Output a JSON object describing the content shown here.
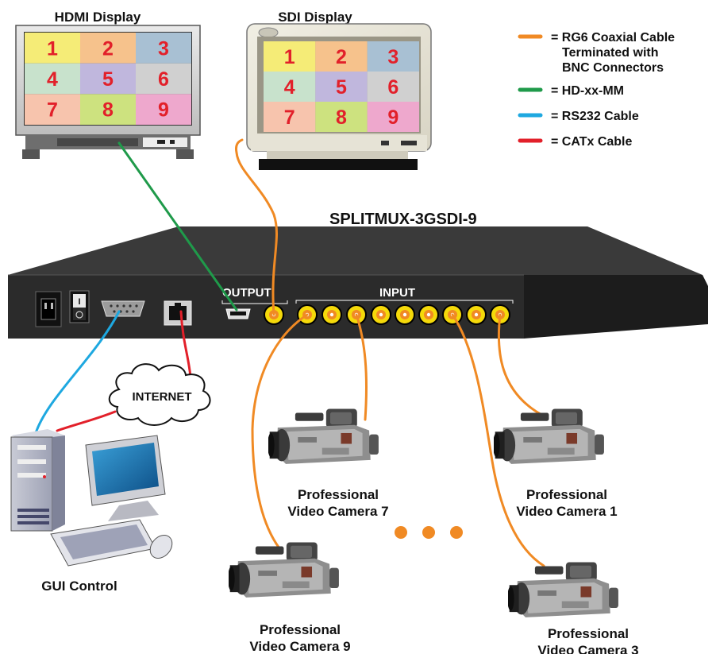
{
  "device": {
    "name": "SPLITMUX-3GSDI-9",
    "output_label": "OUTPUT",
    "input_label": "INPUT"
  },
  "hdmi_display": {
    "title": "HDMI Display",
    "tiles": [
      "1",
      "2",
      "3",
      "4",
      "5",
      "6",
      "7",
      "8",
      "9"
    ],
    "tile_colors": [
      "#f5ec77",
      "#f6c28c",
      "#a8c0d3",
      "#c8e2cc",
      "#c0b7dd",
      "#d0d0d0",
      "#f7c4ad",
      "#cde27f",
      "#eea8cd"
    ]
  },
  "sdi_display": {
    "title": "SDI Display",
    "tiles": [
      "1",
      "2",
      "3",
      "4",
      "5",
      "6",
      "7",
      "8",
      "9"
    ],
    "tile_colors": [
      "#f5ec77",
      "#f6c28c",
      "#a8c0d3",
      "#c8e2cc",
      "#c0b7dd",
      "#d0d0d0",
      "#f7c4ad",
      "#cde27f",
      "#eea8cd"
    ]
  },
  "legend": [
    {
      "lines": [
        "= RG6 Coaxial Cable",
        "Terminated with",
        "BNC Connectors"
      ],
      "color": "#f08a24"
    },
    {
      "lines": [
        "= HD-xx-MM"
      ],
      "color": "#1f9a4a"
    },
    {
      "lines": [
        "= RS232 Cable"
      ],
      "color": "#1ea8e0"
    },
    {
      "lines": [
        "= CATx Cable"
      ],
      "color": "#e2202a"
    }
  ],
  "network": {
    "cloud_label": "INTERNET"
  },
  "computer": {
    "label": "GUI Control"
  },
  "cameras": [
    {
      "lines": [
        "Professional",
        "Video Camera 7"
      ]
    },
    {
      "lines": [
        "Professional",
        "Video Camera 1"
      ]
    },
    {
      "lines": [
        "Professional",
        "Video Camera 9"
      ]
    },
    {
      "lines": [
        "Professional",
        "Video Camera 3"
      ]
    }
  ],
  "colors": {
    "coax": "#f08a24",
    "hdmi": "#1f9a4a",
    "rs232": "#1ea8e0",
    "catx": "#e2202a",
    "tile_number": "#e2202a",
    "bnc": "#f5d90a",
    "device_body": "#2b2b2b"
  },
  "icons": [
    "power-inlet-icon",
    "power-switch-icon",
    "db9-port-icon",
    "rj45-port-icon",
    "hdmi-port-icon",
    "bnc-connector-icon",
    "camera-icon",
    "cloud-icon",
    "computer-tower-icon",
    "monitor-icon",
    "keyboard-icon",
    "mouse-icon",
    "ellipsis-dots-icon"
  ]
}
